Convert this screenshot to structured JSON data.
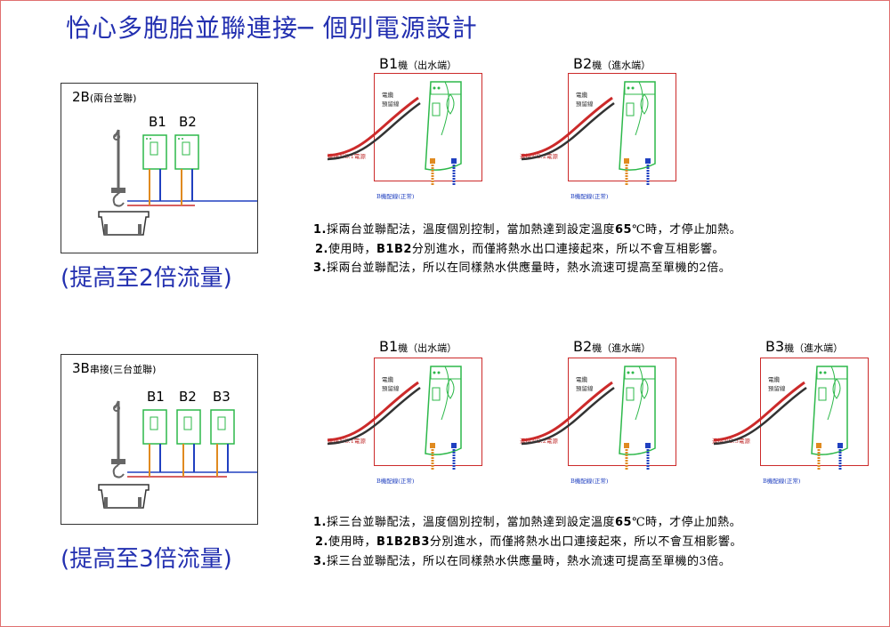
{
  "title": "怡心多胞胎並聯連接─ 個別電源設計",
  "sections": [
    {
      "box_label_main": "2B",
      "box_label_paren": "(兩台並聯)",
      "unit_letters": [
        "B1",
        "B2"
      ],
      "flow_text": "(提高至2倍流量)",
      "units": [
        {
          "name": "B1",
          "suffix": "機",
          "port": "（出水端）",
          "cable": "電纜",
          "reserve": "預留線",
          "power": "連接NO.1電源",
          "wiring": "B機配線(正常)"
        },
        {
          "name": "B2",
          "suffix": "機",
          "port": "（進水端）",
          "cable": "電纜",
          "reserve": "預留線",
          "power": "連接NO.2電源",
          "wiring": "B機配線(正常)"
        }
      ],
      "notes": [
        {
          "num": "1.",
          "pre": "採兩台並聯配法，溫度個別控制，當加熱達到設定溫度",
          "bold": "65",
          "post": "℃時，才停止加熱。"
        },
        {
          "num": "2.",
          "pre": "使用時，",
          "bold": "B1B2",
          "post": "分別進水，而僅將熱水出口連接起來，所以不會互相影響。"
        },
        {
          "num": "3.",
          "pre": "採兩台並聯配法，所以在同樣熱水供應量時，熱水流速可提高至單機的2倍。",
          "bold": "",
          "post": ""
        }
      ]
    },
    {
      "box_label_main": "3B",
      "box_label_paren": "串接(三台並聯)",
      "unit_letters": [
        "B1",
        "B2",
        "B3"
      ],
      "flow_text": "(提高至3倍流量)",
      "units": [
        {
          "name": "B1",
          "suffix": "機",
          "port": "（出水端）",
          "cable": "電纜",
          "reserve": "預留線",
          "power": "連接NO.1電源",
          "wiring": "B機配線(正常)"
        },
        {
          "name": "B2",
          "suffix": "機",
          "port": "（進水端）",
          "cable": "電纜",
          "reserve": "預留線",
          "power": "連接NO.2電源",
          "wiring": "B機配線(正常)"
        },
        {
          "name": "B3",
          "suffix": "機",
          "port": "（進水端）",
          "cable": "電纜",
          "reserve": "預留線",
          "power": "連接NO.3電源",
          "wiring": "B機配線(正常)"
        }
      ],
      "notes": [
        {
          "num": "1.",
          "pre": "採三台並聯配法，溫度個別控制，當加熱達到設定溫度",
          "bold": "65",
          "post": "℃時，才停止加熱。"
        },
        {
          "num": "2.",
          "pre": "使用時，",
          "bold": "B1B2B3",
          "post": "分別進水，而僅將熱水出口連接起來，所以不會互相影響。"
        },
        {
          "num": "3.",
          "pre": "採三台並聯配法，所以在同樣熱水供應量時，熱水流速可提高至單機的3倍。",
          "bold": "",
          "post": ""
        }
      ]
    }
  ],
  "colors": {
    "title": "#2330b0",
    "heater_outline": "#2db84a",
    "hot_pipe": "#e08a20",
    "cold_pipe": "#2040c0",
    "power_red": "#cc2a2a",
    "cable_dark": "#333333",
    "box_red": "#cc2a2a"
  }
}
